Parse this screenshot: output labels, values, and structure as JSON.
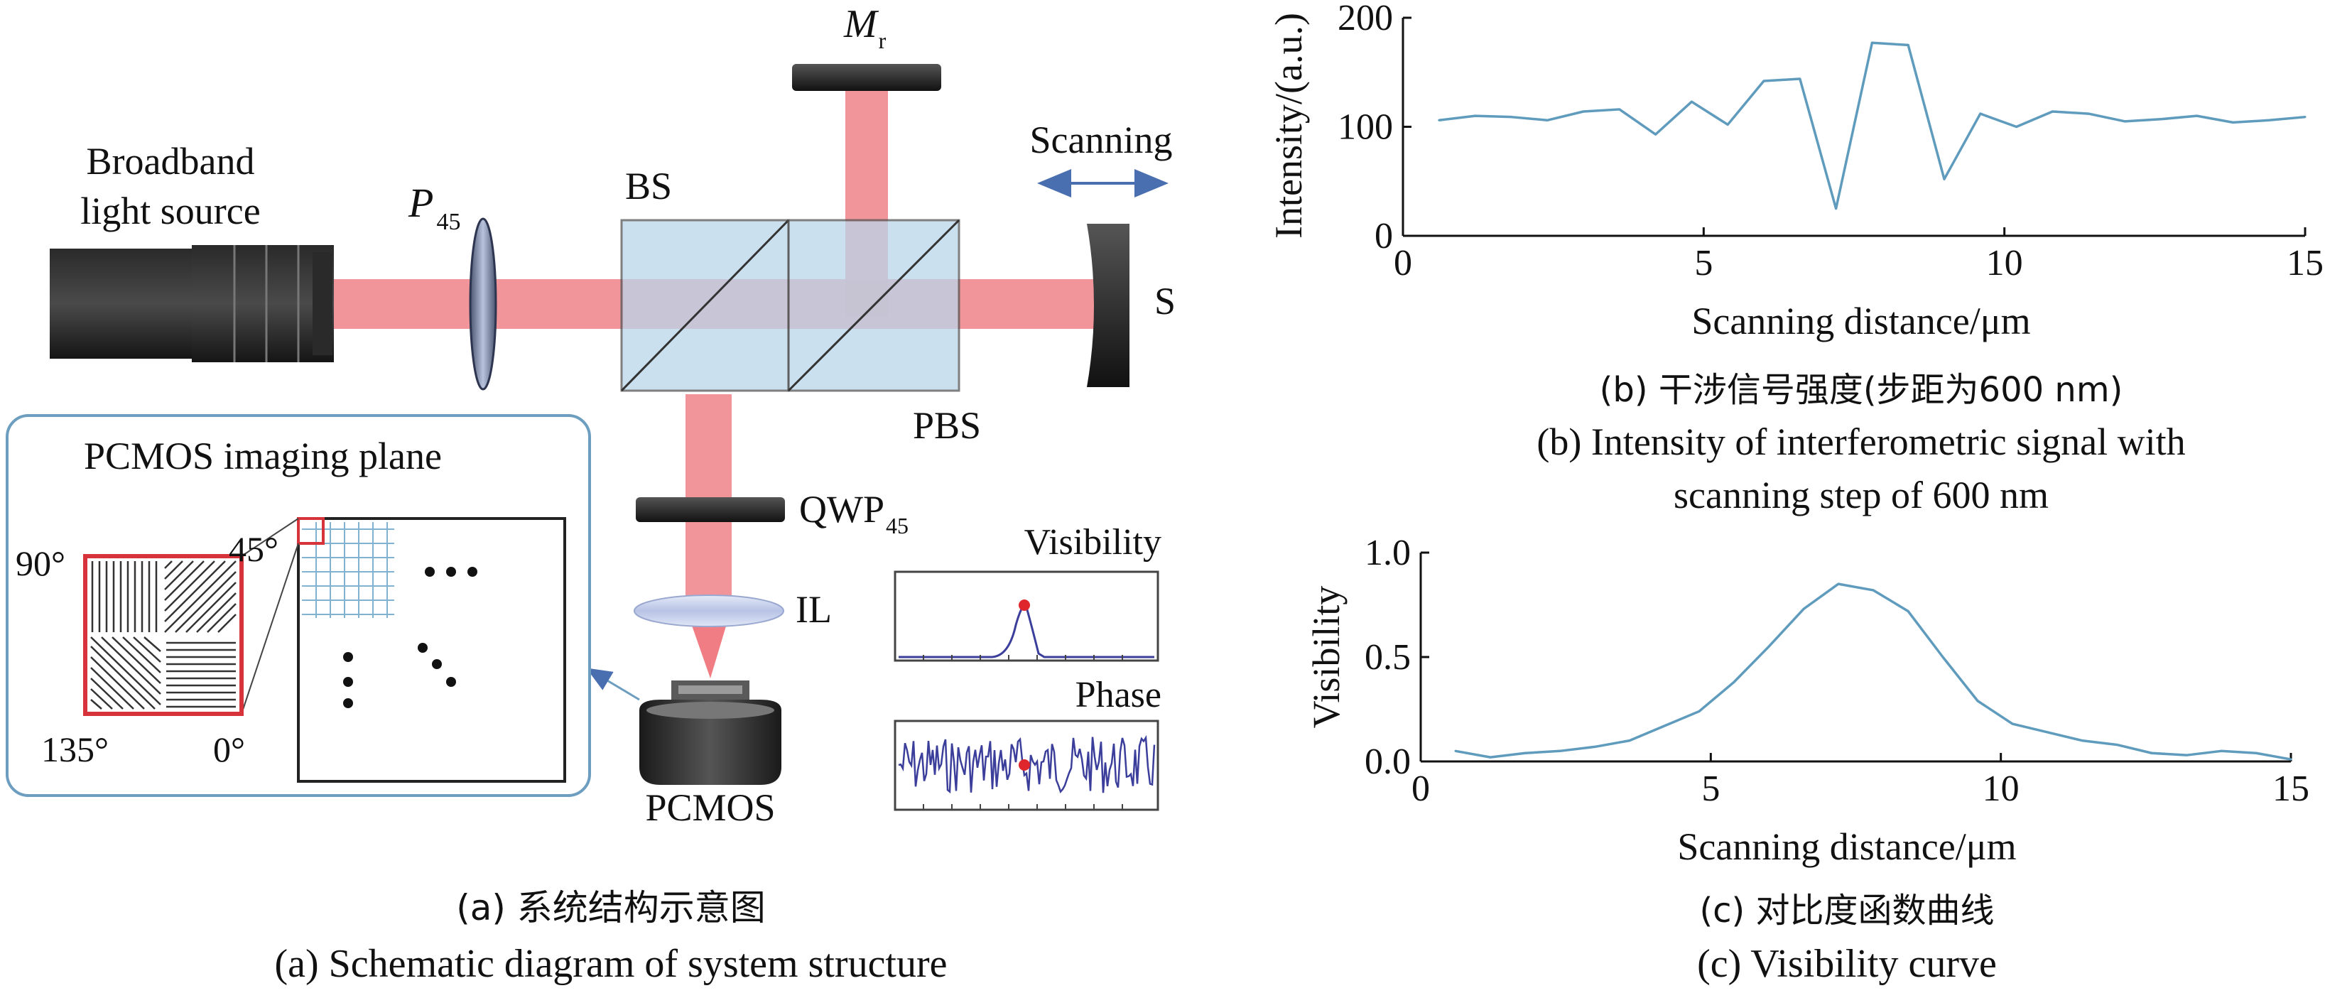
{
  "diagram": {
    "labels": {
      "source_line1": "Broadband",
      "source_line2": "light source",
      "polarizer_main": "P",
      "polarizer_sub": "45",
      "bs": "BS",
      "pbs": "PBS",
      "mirror_main": "M",
      "mirror_sub": "r",
      "scanning": "Scanning",
      "sample": "S",
      "qwp_main": "QWP",
      "qwp_sub": "45",
      "il": "IL",
      "camera": "PCMOS",
      "imaging_plane_title": "PCMOS imaging plane",
      "angle_90": "90°",
      "angle_45": "45°",
      "angle_135": "135°",
      "angle_0": "0°",
      "visibility_inset": "Visibility",
      "phase_inset": "Phase"
    },
    "colors": {
      "beam": "#f08a8f",
      "beam_core": "#ee6f76",
      "cube": "#b9d6ea",
      "inset_border": "#6d9ec0",
      "zoom_red": "#d6333a",
      "grid_blue": "#7fb3d1",
      "signal_blue": "#3b3e9a",
      "marker_red": "#e0262d",
      "arrow_blue": "#4a6fb0"
    },
    "caption_cn": "(a) 系统结构示意图",
    "caption_en": "(a) Schematic diagram of system structure"
  },
  "chart_data": [
    {
      "type": "line",
      "title": "",
      "xlabel": "Scanning distance/μm",
      "ylabel": "Intensity/(a.u.)",
      "xlim": [
        0,
        15
      ],
      "ylim": [
        0,
        200
      ],
      "xticks": [
        0,
        5,
        10,
        15
      ],
      "yticks": [
        0,
        100,
        200
      ],
      "grid": false,
      "line_color": "#5f9bbd",
      "x": [
        0.6,
        1.2,
        1.8,
        2.4,
        3.0,
        3.6,
        4.2,
        4.8,
        5.4,
        6.0,
        6.6,
        7.2,
        7.8,
        8.4,
        9.0,
        9.6,
        10.2,
        10.8,
        11.4,
        12.0,
        12.6,
        13.2,
        13.8,
        14.4,
        15.0
      ],
      "values": [
        106,
        110,
        109,
        106,
        114,
        116,
        93,
        123,
        102,
        142,
        144,
        25,
        177,
        175,
        52,
        112,
        100,
        114,
        112,
        105,
        107,
        110,
        104,
        106,
        109
      ],
      "caption_cn": "(b) 干涉信号强度(步距为600 nm)",
      "caption_en_line1": "(b) Intensity of interferometric signal with",
      "caption_en_line2": "scanning step of 600 nm"
    },
    {
      "type": "line",
      "title": "",
      "xlabel": "Scanning distance/μm",
      "ylabel": "Visibility",
      "xlim": [
        0,
        15
      ],
      "ylim": [
        0,
        1.0
      ],
      "xticks": [
        0,
        5,
        10,
        15
      ],
      "yticks": [
        0.0,
        0.5,
        1.0
      ],
      "ytick_labels": [
        "0.0",
        "0.5",
        "1.0"
      ],
      "grid": false,
      "line_color": "#5f9bbd",
      "x": [
        0.6,
        1.2,
        1.8,
        2.4,
        3.0,
        3.6,
        4.2,
        4.8,
        5.4,
        6.0,
        6.6,
        7.2,
        7.8,
        8.4,
        9.0,
        9.6,
        10.2,
        10.8,
        11.4,
        12.0,
        12.6,
        13.2,
        13.8,
        14.4,
        15.0
      ],
      "values": [
        0.05,
        0.02,
        0.04,
        0.05,
        0.07,
        0.1,
        0.17,
        0.24,
        0.38,
        0.55,
        0.73,
        0.85,
        0.82,
        0.72,
        0.5,
        0.29,
        0.18,
        0.14,
        0.1,
        0.08,
        0.04,
        0.03,
        0.05,
        0.04,
        0.01
      ],
      "caption_cn": "(c) 对比度函数曲线",
      "caption_en": "(c) Visibility curve"
    }
  ]
}
